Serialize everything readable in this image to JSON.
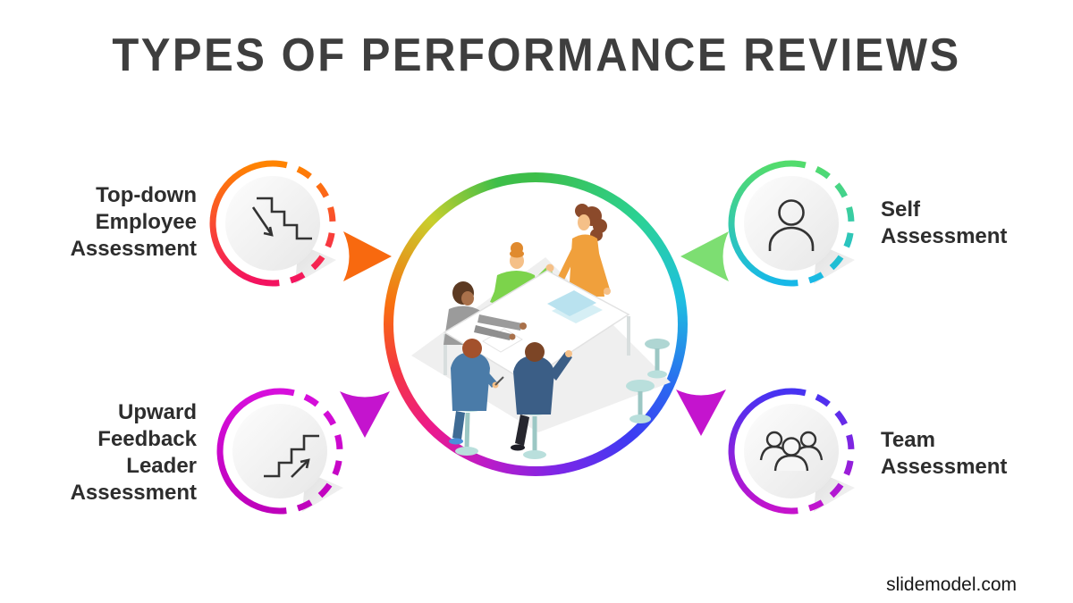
{
  "slide": {
    "title": "TYPES OF PERFORMANCE REVIEWS",
    "watermark": "slidemodel.com",
    "background": "#ffffff",
    "title_color": "#3e3e3e",
    "label_color": "#2d2d2d"
  },
  "center": {
    "illustration": "team-meeting-around-table",
    "ring_css": "conic-gradient(from 0deg, #3dbe49 0deg, #2bd295 45deg, #1ec0e0 80deg, #2a69f0 115deg, #3d3bf2 140deg, #7a27e8 170deg, #bc1bc7 200deg, #ec1a8b 225deg, #f43741 252deg, #f9700f 278deg, #c8cf2d 315deg, #3dbe49 345deg)"
  },
  "items": [
    {
      "id": "top-down-employee-assessment",
      "lines": [
        "Top-down",
        "Employee",
        "Assessment"
      ],
      "icon": "stairs-down-arrow",
      "ring_top": "#ff8400",
      "ring_bottom": "#f31260",
      "arrow": "#f8690f",
      "arrow_direction": "right"
    },
    {
      "id": "self-assessment",
      "lines": [
        "Self",
        "Assessment"
      ],
      "icon": "person",
      "ring_top": "#53dc6c",
      "ring_bottom": "#17b8e8",
      "arrow": "#7dde72",
      "arrow_direction": "left"
    },
    {
      "id": "upward-feedback-leader-assessment",
      "lines": [
        "Upward",
        "Feedback",
        "Leader",
        "Assessment"
      ],
      "icon": "stairs-up-arrow",
      "ring_top": "#d70fdc",
      "ring_bottom": "#be01bb",
      "arrow": "#c414ce",
      "arrow_direction": "down"
    },
    {
      "id": "team-assessment",
      "lines": [
        "Team",
        "Assessment"
      ],
      "icon": "team-group",
      "ring_top": "#4633f2",
      "ring_bottom": "#c513cc",
      "arrow": "#c414ce",
      "arrow_direction": "down"
    }
  ]
}
